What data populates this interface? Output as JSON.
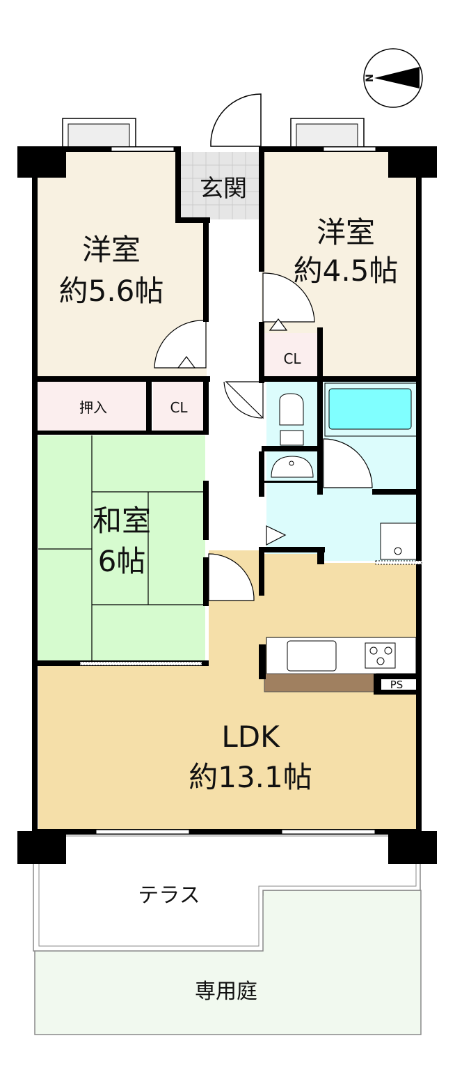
{
  "compass": {
    "letter": "N"
  },
  "rooms": {
    "western_a": {
      "name": "洋室",
      "size": "約5.6帖"
    },
    "western_b": {
      "name": "洋室",
      "size": "約4.5帖"
    },
    "entrance": {
      "name": "玄関"
    },
    "closet_right": {
      "name": "CL"
    },
    "closet_left": {
      "name": "CL"
    },
    "oshiire": {
      "name": "押入"
    },
    "japanese": {
      "name": "和室",
      "size": "6帖"
    },
    "ldk": {
      "name": "LDK",
      "size": "約13.1帖"
    },
    "ps": {
      "name": "PS"
    },
    "terrace": {
      "name": "テラス"
    },
    "garden": {
      "name": "専用庭"
    }
  },
  "colors": {
    "western": "#f8f1e1",
    "closet": "#fbeeee",
    "japanese": "#d6fbcf",
    "wet": "#dcfcfc",
    "bath": "#80ffff",
    "ldk": "#f5dfa9",
    "counter": "#a08060",
    "garden": "#f1f9ef"
  }
}
